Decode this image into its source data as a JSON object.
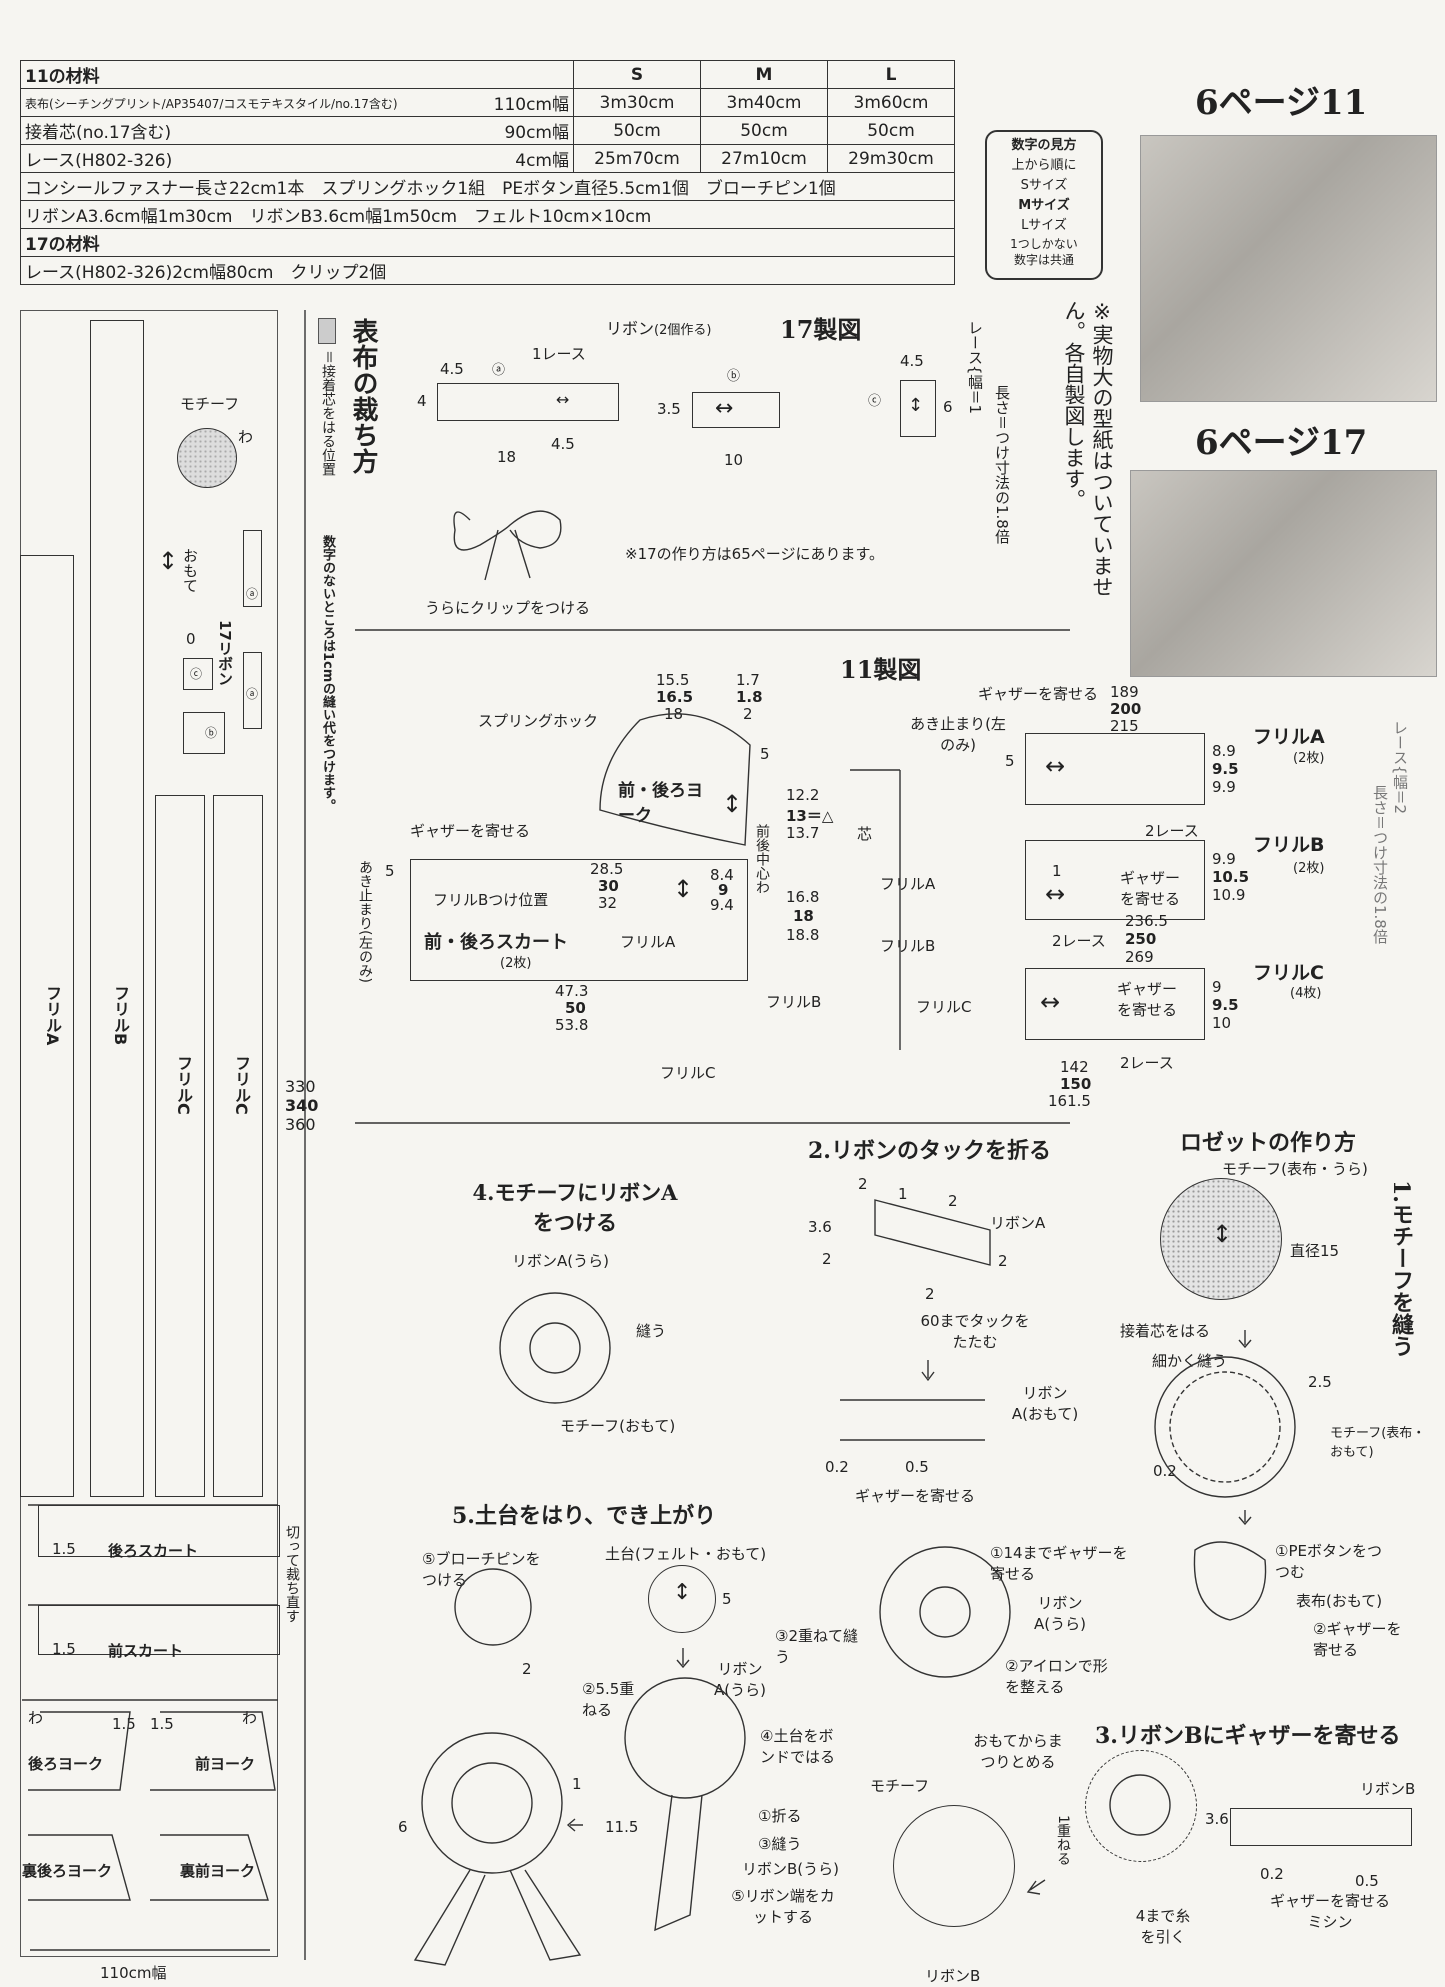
{
  "materials11": {
    "title": "11の材料",
    "headers": [
      "S",
      "M",
      "L"
    ],
    "rows": [
      {
        "label": "表布(シーチングプリント/AP35407/コスモテキスタイル/no.17含む)",
        "width": "110cm幅",
        "s": "3m30cm",
        "m": "3m40cm",
        "l": "3m60cm"
      },
      {
        "label": "接着芯(no.17含む)",
        "width": "90cm幅",
        "s": "50cm",
        "m": "50cm",
        "l": "50cm"
      },
      {
        "label": "レース(H802-326)",
        "width": "4cm幅",
        "s": "25m70cm",
        "m": "27m10cm",
        "l": "29m30cm"
      }
    ],
    "line1": "コンシールファスナー長さ22cm1本　スプリングホック1組　PEボタン直径5.5cm1個　ブローチピン1個",
    "line2": "リボンA3.6cm幅1m30cm　リボンB3.6cm幅1m50cm　フェルト10cm×10cm"
  },
  "materials17": {
    "title": "17の材料",
    "line": "レース(H802-326)2cm幅80cm　クリップ2個"
  },
  "legend_box": [
    "数字の見方",
    "上から順に",
    "Sサイズ",
    "Mサイズ",
    "Lサイズ",
    "1つしかない",
    "数字は共通"
  ],
  "photo_titles": [
    "6ページ11",
    "6ページ17"
  ],
  "note_vertical": "※実物大の型紙はついていません。各自製図します。",
  "lace_note_1": [
    "レース",
    "幅＝1",
    "長さ＝つけ寸法の1.8倍"
  ],
  "lace_note_2": [
    "レース",
    "幅＝2",
    "長さ＝つけ寸法の1.8倍"
  ],
  "cutting": {
    "title": "表布の裁ち方",
    "legend": "＝接着芯をはる位置",
    "seam_note": "数字のないところは1cmの縫い代をつけます。",
    "motif": "モチーフ",
    "wa": "わ",
    "omote": "おもて",
    "ribbon17": "17リボン",
    "zero": "0",
    "a": "ⓐ",
    "b": "ⓑ",
    "c": "ⓒ",
    "frillA": "フリルA",
    "frillB": "フリルB",
    "frillC": "フリルC",
    "heights": [
      "330",
      "340",
      "360"
    ],
    "back_skirt": "後ろスカート",
    "front_skirt": "前スカート",
    "seam15": "1.5",
    "cut_again": "切って裁ち直す",
    "back_yoke": "後ろヨーク",
    "front_yoke": "前ヨーク",
    "back_yoke_in": "裏後ろヨーク",
    "front_yoke_in": "裏前ヨーク",
    "fabric_width": "110cm幅"
  },
  "diagram17": {
    "title": "17製図",
    "ribbon": "リボン",
    "ribbon_count": "(2個作る)",
    "dims": [
      "4.5",
      "4",
      "18",
      "1レース",
      "4.5",
      "3.5",
      "10",
      "4.5",
      "6"
    ],
    "clip": "うらにクリップをつける",
    "note": "※17の作り方は65ページにあります。"
  },
  "diagram11": {
    "title": "11製図",
    "spring": "スプリングホック",
    "yoke": "前・後ろヨーク",
    "gather": "ギャザーを寄せる",
    "skirt": "前・後ろスカート",
    "skirt_count": "(2枚)",
    "frillB_pos": "フリルBつけ位置",
    "opening": "あき止まり(左のみ)",
    "center": "前後中心わ",
    "top_dims": [
      "15.5",
      "16.5",
      "18",
      "1.7",
      "1.8",
      "2"
    ],
    "side_dims": [
      "12.2",
      "13＝△",
      "13.7",
      "8.4",
      "9",
      "9.4",
      "16.8",
      "18",
      "18.8"
    ],
    "width_dims": [
      "28.5",
      "30",
      "32"
    ],
    "bottom_dims": [
      "47.3",
      "50",
      "53.8"
    ],
    "five": "5",
    "frillA": "フリルA",
    "frillB": "フリルB",
    "frillC": "フリルC",
    "shin": "芯",
    "frillA_t": "フリルA",
    "frillA_n": "(2枚)",
    "frillA_w": [
      "189",
      "200",
      "215"
    ],
    "frillA_h": [
      "8.9",
      "9.5",
      "9.9"
    ],
    "frillB_t": "フリルB",
    "frillB_n": "(2枚)",
    "frillB_w": [
      "236.5",
      "250",
      "269"
    ],
    "frillB_h": [
      "9.9",
      "10.5",
      "10.9"
    ],
    "frillC_t": "フリルC",
    "frillC_n": "(4枚)",
    "frillC_w": [
      "142",
      "150",
      "161.5"
    ],
    "frillC_h": [
      "9",
      "9.5",
      "10"
    ],
    "lace2": "2レース",
    "one": "1",
    "gather2": "ギャザーを寄せる"
  },
  "steps": {
    "s1": "1.モチーフを縫う",
    "s2": "2.リボンのタックを折る",
    "s3": "3.リボンBにギャザーを寄せる",
    "s4": "4.モチーフにリボンAをつける",
    "s5": "5.土台をはり、でき上がり",
    "rosette": "ロゼットの作り方",
    "motif_ura": "モチーフ(表布・うら)",
    "diameter": "直径15",
    "interfacing": "接着芯をはる",
    "fine_sew": "細かく縫う",
    "motif_omote": "モチーフ(表布・おもて)",
    "pe_wrap": "①PEボタンをつつむ",
    "omote_fabric": "表布(おもて)",
    "gather_b": "②ギャザーを寄せる",
    "ribbonA": "リボンA",
    "ribbonA_omote": "リボンA(おもて)",
    "ribbonA_ura": "リボンA(うら)",
    "tuck60": "60までタックをたたむ",
    "gather_simple": "ギャザーを寄せる",
    "gather14": "①14までギャザーを寄せる",
    "iron": "②アイロンで形を整える",
    "double": "③2重ねて縫う",
    "sew": "縫う",
    "motif_omote2": "モチーフ(おもて)",
    "felt": "土台(フェルト・おもて)",
    "brooch": "⑤ブローチピンをつける",
    "overlap": "②5.5重ねる",
    "glue": "④土台をボンドではる",
    "fold": "①折る",
    "sew3": "③縫う",
    "ribbonB_ura": "リボンB(うら)",
    "cut_end": "⑤リボン端をカットする",
    "motif": "モチーフ",
    "ribbonB": "リボンB",
    "blind": "おもてからまつりとめる",
    "overlap1": "1重ねる",
    "pull": "4まで糸を引く",
    "gather_machine": "ギャザーを寄せるミシン",
    "nums": [
      "2",
      "1",
      "2",
      "3.6",
      "2",
      "2",
      "2",
      "0.2",
      "0.5",
      "2.5",
      "0.2",
      "5",
      "2",
      "11.5",
      "6",
      "1",
      "3.6",
      "0.2",
      "0.5"
    ]
  }
}
